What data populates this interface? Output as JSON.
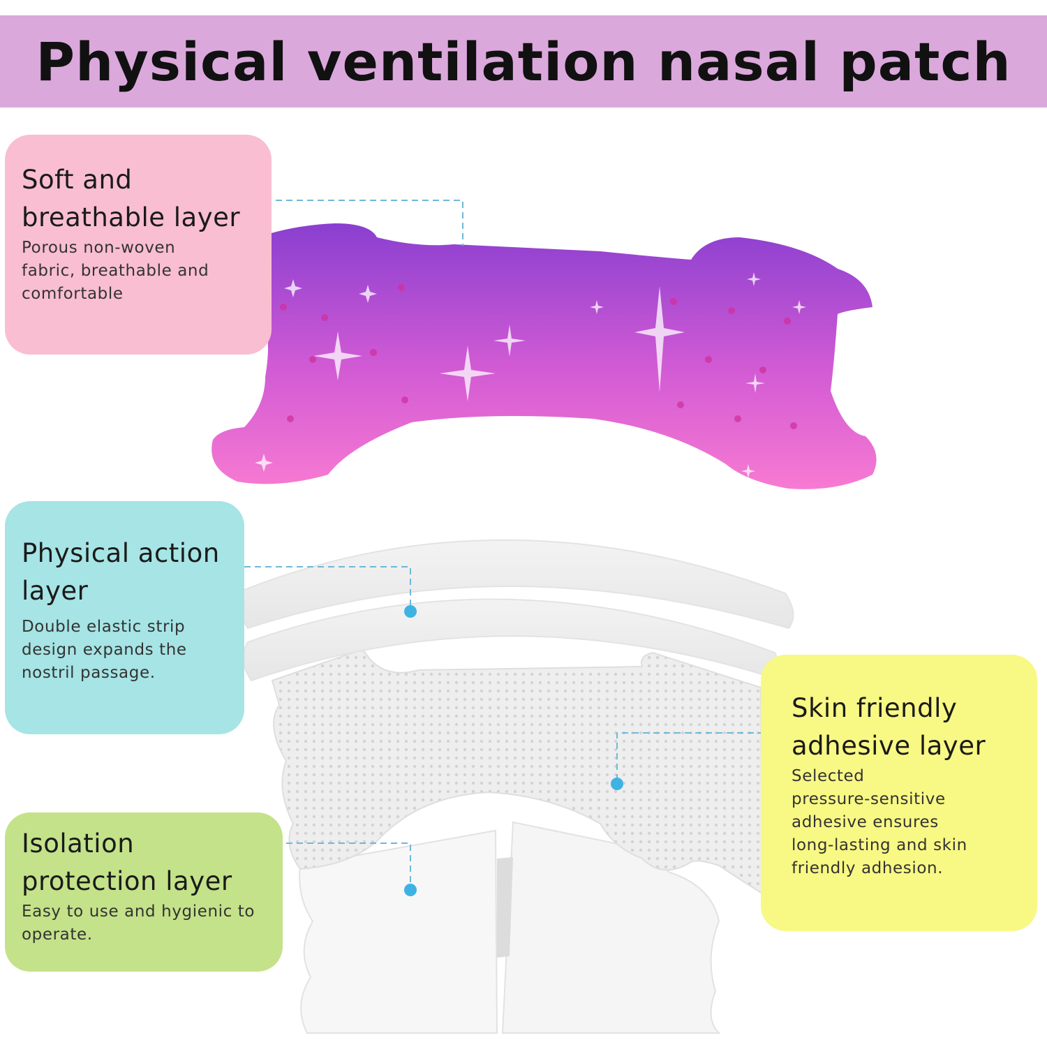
{
  "header": {
    "title": "Physical ventilation nasal patch"
  },
  "layers": {
    "soft": {
      "title": [
        "Soft and",
        "breathable layer"
      ],
      "desc": [
        "Porous non-woven",
        "fabric, breathable and",
        "comfortable"
      ]
    },
    "action": {
      "title": [
        "Physical action",
        "layer"
      ],
      "desc": [
        "Double elastic strip",
        "design expands the",
        "nostril passage."
      ]
    },
    "isolation": {
      "title": [
        "Isolation",
        "protection layer"
      ],
      "desc": [
        "Easy to use and hygienic to",
        "operate."
      ]
    },
    "adhesive": {
      "title": [
        "Skin friendly",
        "adhesive layer"
      ],
      "desc": [
        "Selected",
        "pressure-sensitive",
        "adhesive ensures",
        "long-lasting and skin",
        "friendly adhesion."
      ]
    }
  },
  "colors": {
    "banner": "#dba8dc",
    "soft_card": "#f9bed2",
    "action_card": "#a6e4e5",
    "isolation_card": "#c4e289",
    "adhesive_card": "#f8f884",
    "leader_line": "#6fb8d8",
    "patch_top": "#8a3fd0",
    "patch_bottom": "#f77ad2"
  }
}
